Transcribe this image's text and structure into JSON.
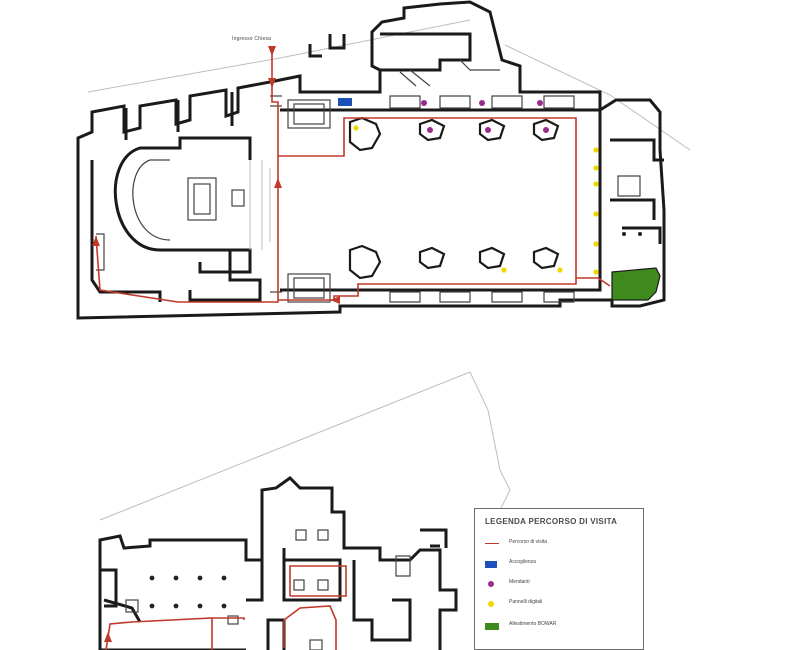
{
  "plan": {
    "entrance_label": "Ingresso Chiesa"
  },
  "legend": {
    "title": "LEGENDA PERCORSO DI VISITA",
    "items": [
      {
        "symbol": "red-line",
        "label": "Percorso di visita",
        "color": "#c0392b"
      },
      {
        "symbol": "blue-rect",
        "label": "Accoglienza",
        "color": "#1f4fb8"
      },
      {
        "symbol": "purple-dot",
        "label": "Mendanti",
        "color": "#9a2a8e"
      },
      {
        "symbol": "yellow-dot",
        "label": "Pannelli digitali",
        "color": "#f2d600"
      },
      {
        "symbol": "green-rect",
        "label": "Allestimento BOWAR",
        "color": "#3f8a1d"
      }
    ]
  }
}
